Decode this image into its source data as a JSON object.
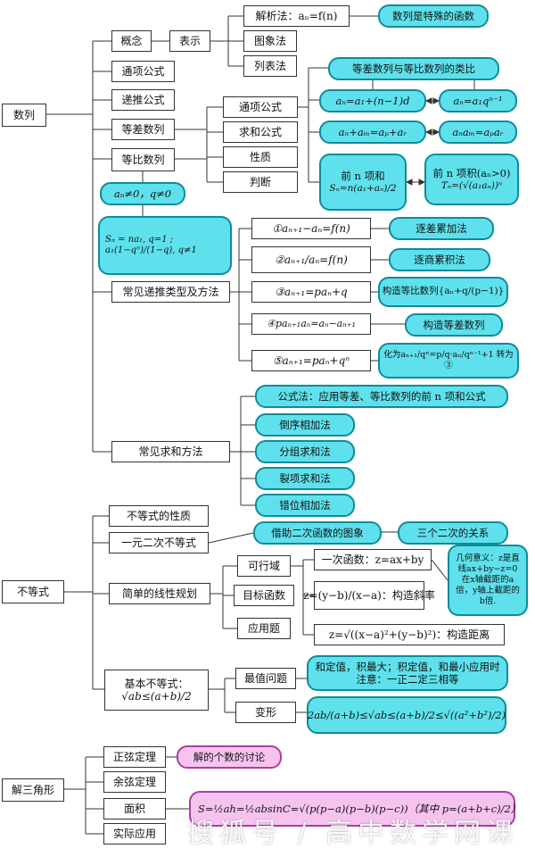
{
  "roots": {
    "sequence": "数列",
    "inequality": "不等式",
    "triangle": "解三角形"
  },
  "sequence": {
    "concept": "概念",
    "representation": "表示",
    "rep_methods": [
      "解析法：aₙ=f(n)",
      "图象法",
      "列表法"
    ],
    "special_function": "数列是特殊的函数",
    "general_term": "通项公式",
    "recursive": "递推公式",
    "arithmetic": "等差数列",
    "geometric": "等比数列",
    "attributes": [
      "通项公式",
      "求和公式",
      "性质",
      "判断"
    ],
    "analogy_title": "等差数列与等比数列的类比",
    "arith_general": "aₙ=a₁+(n−1)d",
    "geo_general": "aₙ=a₁qⁿ⁻¹",
    "arith_prop": "aₙ+aₘ=aₚ+aᵣ",
    "geo_prop": "aₙaₘ=aₚaᵣ",
    "arith_sum_head": "前 n 项和",
    "arith_sum_formula": "Sₙ=n(a₁+aₙ)/2",
    "geo_prod_head": "前 n 项积(aₙ>0)",
    "geo_prod_formula": "Tₙ=(√(a₁aₙ))ⁿ",
    "geo_condition": "aₙ≠0，q≠0",
    "geo_sum": "Sₙ = na₁, q=1 ; a₁(1−qⁿ)/(1−q), q≠1",
    "recursion_types": "常见递推类型及方法",
    "recursion_items": [
      {
        "form": "①aₙ₊₁−aₙ=f(n)",
        "method": "逐差累加法"
      },
      {
        "form": "②aₙ₊₁/aₙ=f(n)",
        "method": "逐商累积法"
      },
      {
        "form": "③aₙ₊₁=paₙ+q",
        "method": "构造等比数列{aₙ+q/(p−1)}"
      },
      {
        "form": "④paₙ₊₁aₙ=aₙ−aₙ₊₁",
        "method": "构造等差数列"
      },
      {
        "form": "⑤aₙ₊₁=paₙ+qⁿ",
        "method": "化为aₙ₊₁/qⁿ=p/q·aₙ/qⁿ⁻¹+1 转为③"
      }
    ],
    "sum_methods_title": "常见求和方法",
    "sum_methods": [
      "公式法：应用等差、等比数列的前 n 项和公式",
      "倒序相加法",
      "分组求和法",
      "裂项求和法",
      "错位相加法"
    ]
  },
  "inequality": {
    "properties": "不等式的性质",
    "quadratic": "一元二次不等式",
    "quad_graph": "借助二次函数的图象",
    "three_quadratics": "三个二次的关系",
    "linear_prog": "简单的线性规划",
    "lp_items": [
      "可行域",
      "目标函数",
      "应用题"
    ],
    "linear_fn": "一次函数：z=ax+by",
    "slope": "z=(y−b)/(x−a)：构造斜率",
    "distance": "z=√((x−a)²+(y−b)²)：构造距离",
    "geometry": "几何意义：z是直线ax+by−z=0在x轴截距的a倍，y轴上截距的b倍.",
    "basic_title": "基本不等式：",
    "basic_formula": "√ab≤(a+b)/2",
    "extremum": "最值问题",
    "extremum_note": "和定值，积最大；积定值，和最小应用时注意：一正二定三相等",
    "transform": "变形",
    "transform_formula": "2ab/(a+b)≤√ab≤(a+b)/2≤√((a²+b²)/2)"
  },
  "triangle": {
    "sine": "正弦定理",
    "sine_note": "解的个数的讨论",
    "cosine": "余弦定理",
    "area": "面积",
    "application": "实际应用",
    "area_formula": "S=½ah=½absinC=√(p(p−a)(p−b)(p−c))（其中 p=(a+b+c)/2）"
  },
  "watermark": "搜狐号 / 高中数学网课"
}
